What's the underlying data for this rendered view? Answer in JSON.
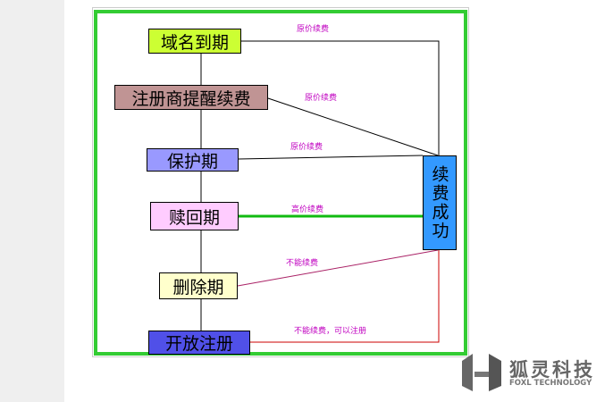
{
  "nodes": {
    "expire": {
      "label": "域名到期",
      "color": "#ccff33"
    },
    "remind": {
      "label": "注册商提醒续费",
      "color": "#c09494"
    },
    "protect": {
      "label": "保护期",
      "color": "#9999ff"
    },
    "redeem": {
      "label": "赎回期",
      "color": "#ffccff"
    },
    "delete": {
      "label": "删除期",
      "color": "#ffffcc"
    },
    "open": {
      "label": "开放注册",
      "color": "#5050e8"
    },
    "success": {
      "label": "续费成功",
      "color": "#3399ff"
    }
  },
  "edges": {
    "e1": "原价续费",
    "e2": "原价续费",
    "e3": "原价续费",
    "e4": "高价续费",
    "e5": "不能续费",
    "e6": "不能续费，可以注册"
  },
  "logo": {
    "cn": "狐灵科技",
    "en": "FOXL TECHNOLOGY"
  }
}
